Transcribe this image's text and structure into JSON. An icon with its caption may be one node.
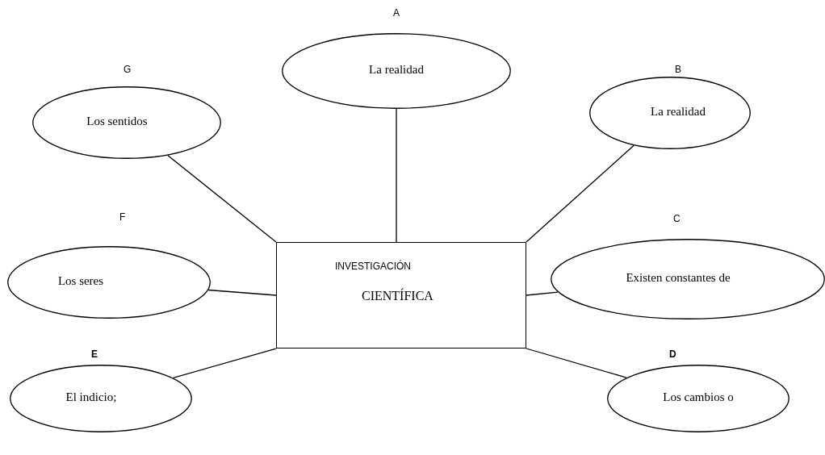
{
  "diagram": {
    "nodes": [
      {
        "text": [
          "INVESTIGACIÓN",
          "CIENTÍFICA"
        ]
      },
      {
        "text": [
          "La realidad"
        ],
        "beside": [
          "A"
        ]
      },
      {
        "text": [
          "La realidad"
        ],
        "beside": [
          "B"
        ]
      },
      {
        "text": [
          "Existen constantes de"
        ],
        "beside": [
          "C"
        ]
      },
      {
        "text": [
          "Los cambios o"
        ],
        "beside": [
          "D"
        ]
      },
      {
        "text": [
          "El indicio;"
        ],
        "beside": [
          "E"
        ]
      },
      {
        "text": [
          "Los seres"
        ],
        "beside": [
          "F"
        ]
      },
      {
        "text": [
          "Los sentidos"
        ],
        "beside": [
          "G"
        ]
      }
    ],
    "edges": [
      {
        "from": 0,
        "to": 1,
        "arrow": "none"
      },
      {
        "from": 0,
        "to": 2,
        "arrow": "none"
      },
      {
        "from": 0,
        "to": 3,
        "arrow": "none"
      },
      {
        "from": 0,
        "to": 4,
        "arrow": "none"
      },
      {
        "from": 0,
        "to": 5,
        "arrow": "none"
      },
      {
        "from": 0,
        "to": 6,
        "arrow": "none"
      },
      {
        "from": 0,
        "to": 7,
        "arrow": "none"
      }
    ]
  }
}
